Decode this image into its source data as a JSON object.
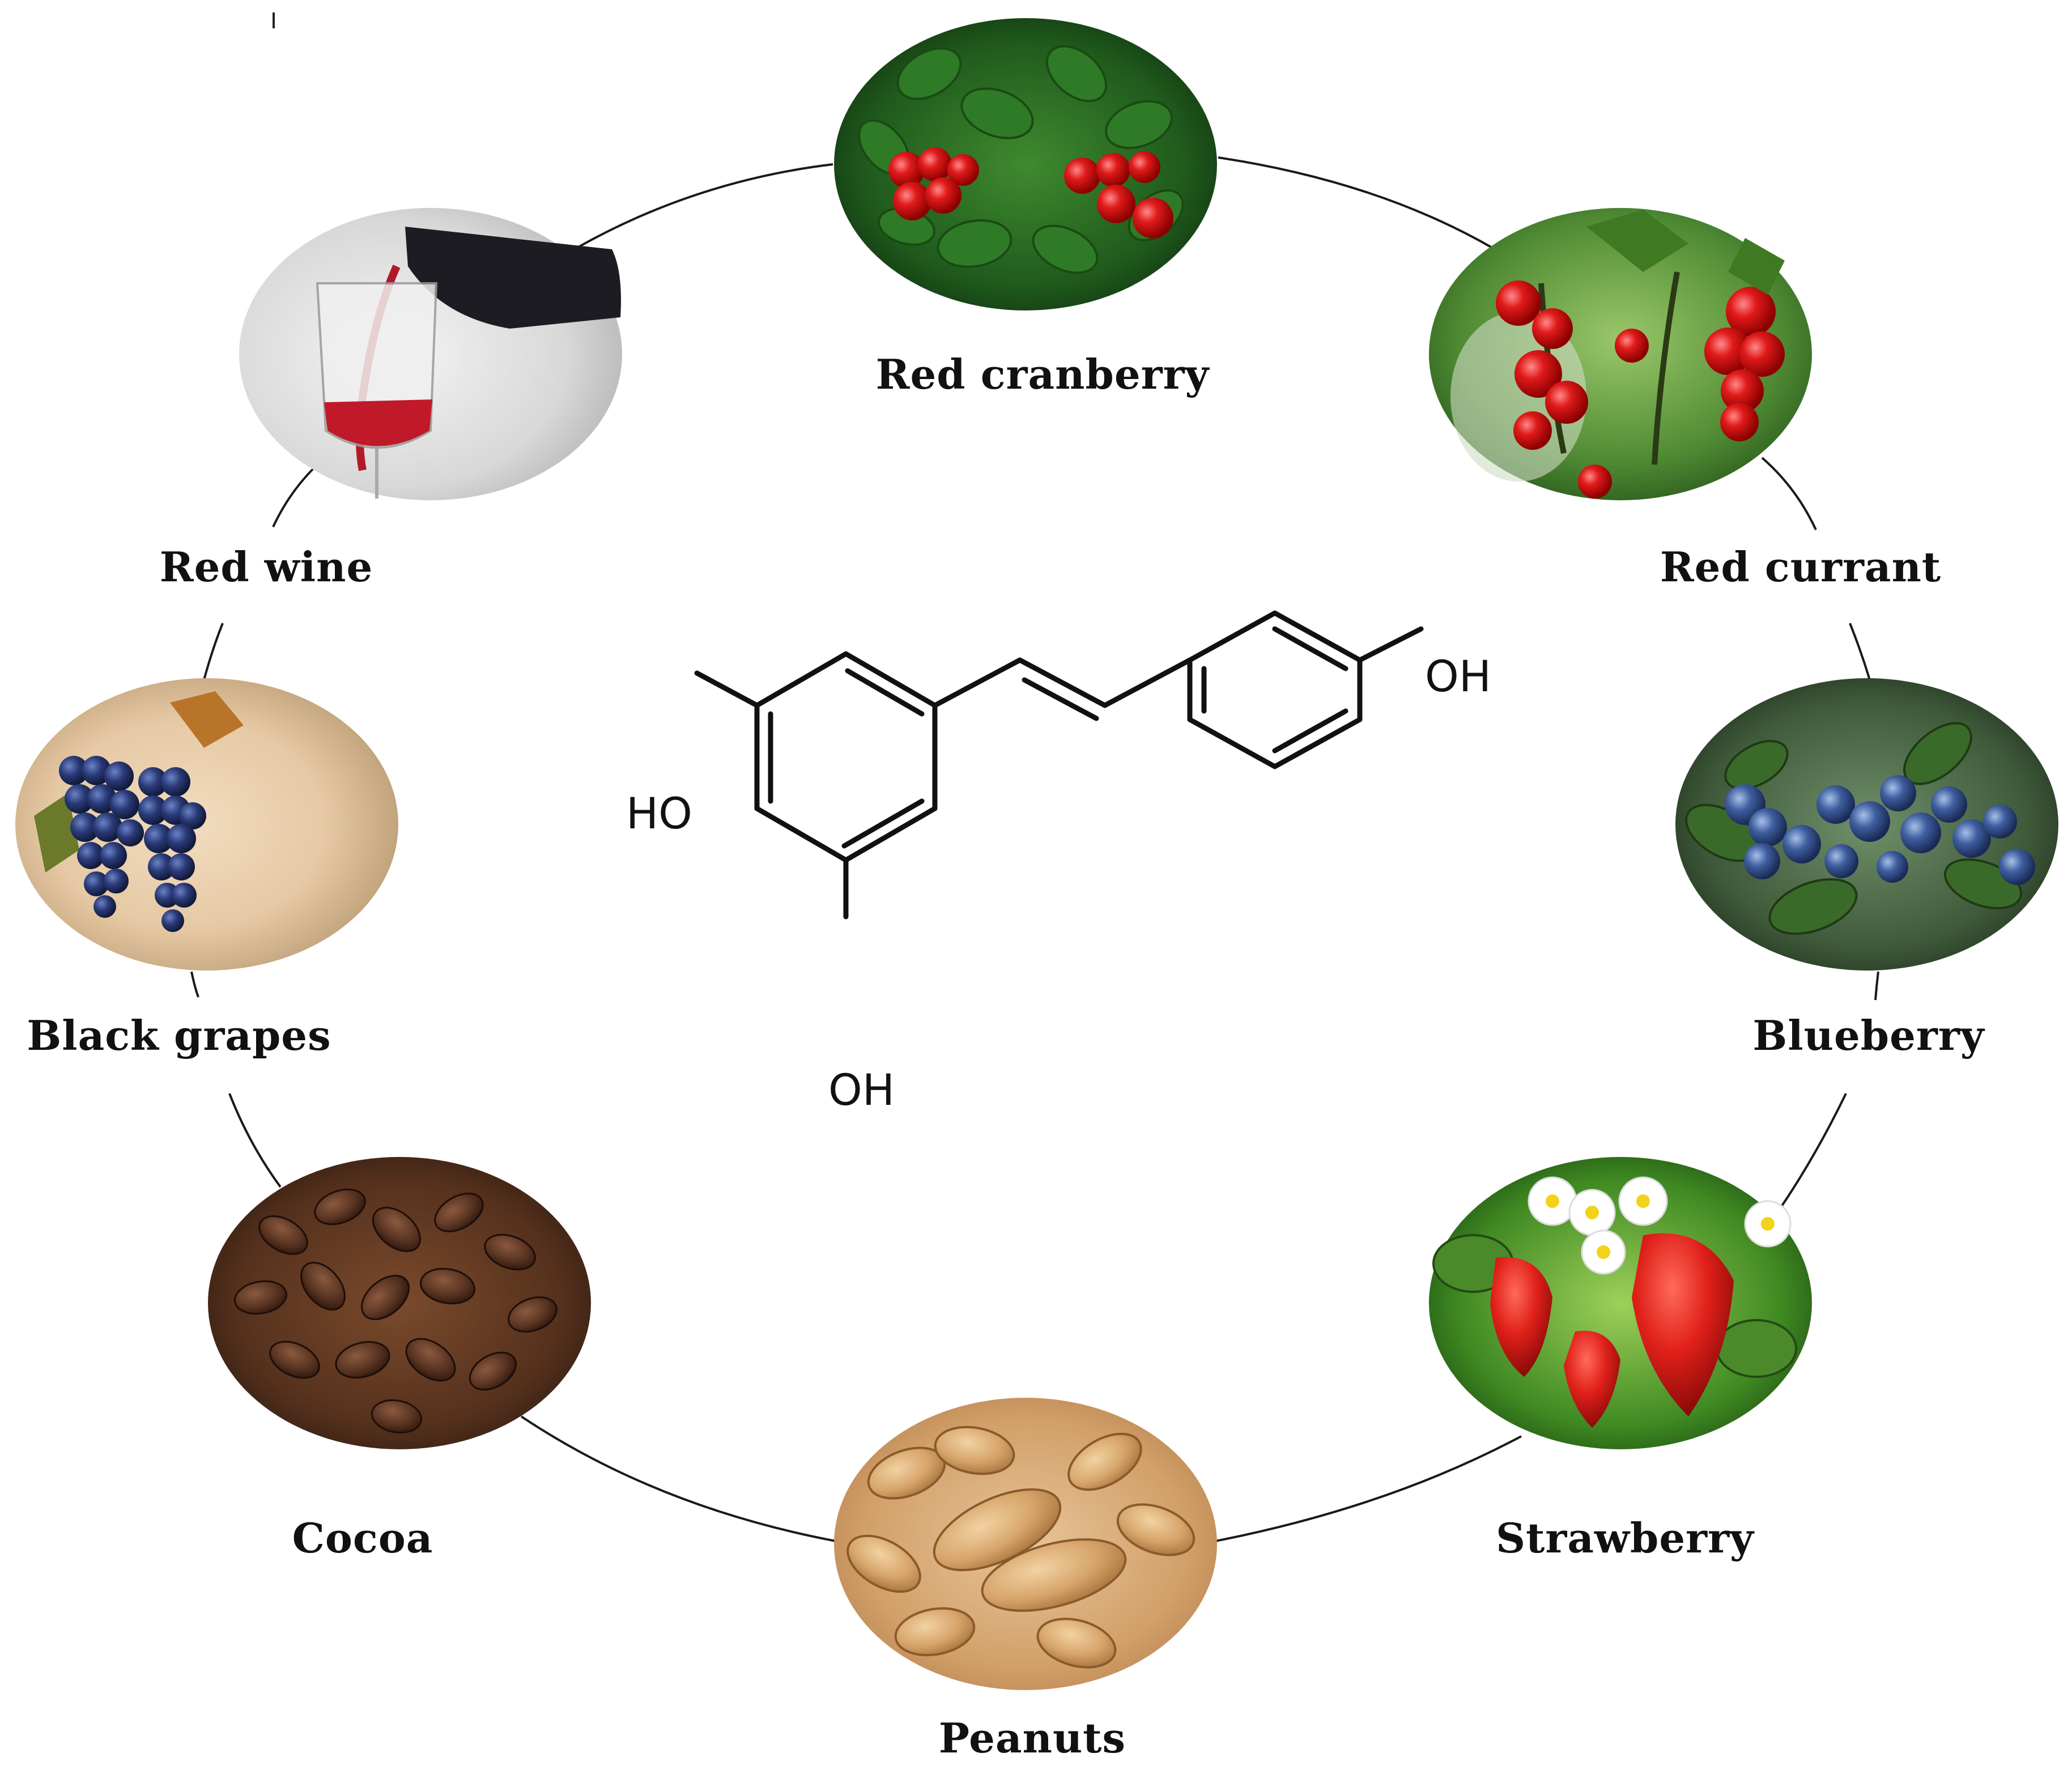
{
  "diagram": {
    "items": [
      {
        "id": "red-cranberry",
        "label": "Red cranberry",
        "icon": "cranberry-photo"
      },
      {
        "id": "red-currant",
        "label": "Red currant",
        "icon": "red-currant-photo"
      },
      {
        "id": "blueberry",
        "label": "Blueberry",
        "icon": "blueberry-photo"
      },
      {
        "id": "strawberry",
        "label": "Strawberry",
        "icon": "strawberry-photo"
      },
      {
        "id": "peanuts",
        "label": "Peanuts",
        "icon": "peanuts-photo"
      },
      {
        "id": "cocoa",
        "label": "Cocoa",
        "icon": "cocoa-photo"
      },
      {
        "id": "black-grapes",
        "label": "Black grapes",
        "icon": "black-grapes-photo"
      },
      {
        "id": "red-wine",
        "label": "Red wine",
        "icon": "red-wine-photo"
      }
    ],
    "molecule": {
      "icon": "resveratrol-structure",
      "oh_top": "OH",
      "ho_left": "HO",
      "oh_bottom": "OH"
    }
  }
}
